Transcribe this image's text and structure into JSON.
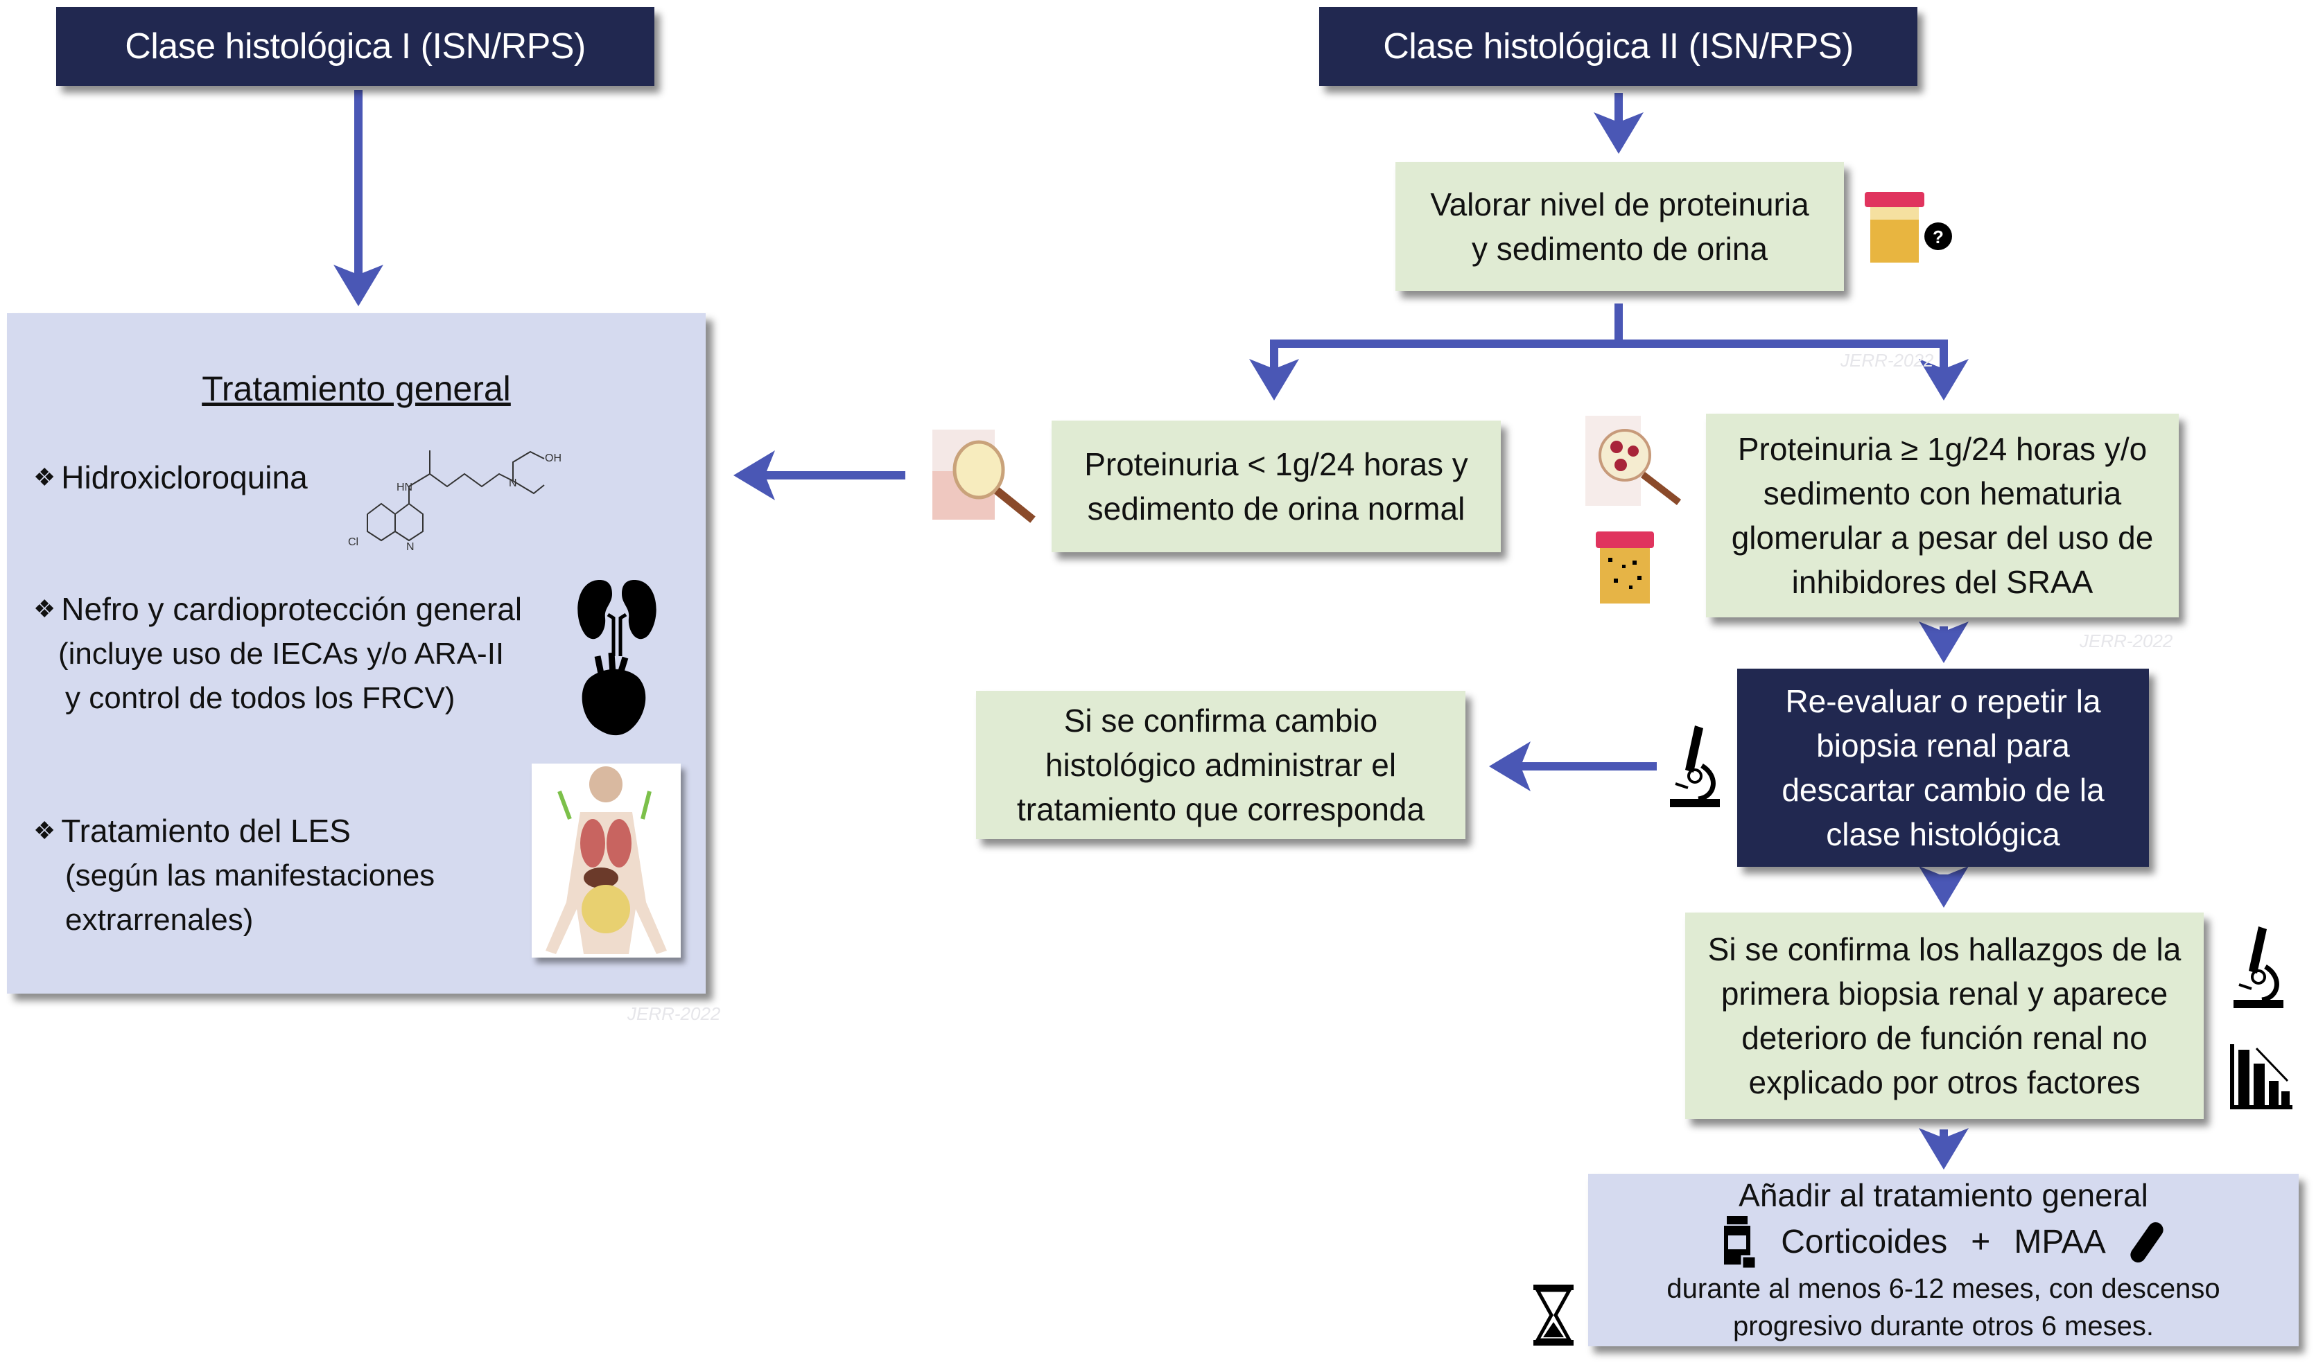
{
  "headers": {
    "class1": "Clase histológica I (ISN/RPS)",
    "class2": "Clase histológica II (ISN/RPS)"
  },
  "general_treatment": {
    "title": "Tratamiento general",
    "bullet_symbol": "❖",
    "items": [
      {
        "label": "Hidroxicloroquina",
        "detail": []
      },
      {
        "label": "Nefro y cardioprotección general",
        "detail": [
          "(incluye uso de IECAs y/o ARA-II",
          "y control de todos los FRCV)"
        ]
      },
      {
        "label": "Tratamiento del LES",
        "detail": [
          "(según las manifestaciones",
          "extrarrenales)"
        ]
      }
    ],
    "molecule_labels": {
      "cl": "Cl",
      "n": "N",
      "hn": "HN",
      "n2": "N",
      "oh": "OH"
    }
  },
  "steps": {
    "assess": [
      "Valorar nivel de proteinuria",
      "y sedimento de orina"
    ],
    "low_proteinuria": [
      "Proteinuria < 1g/24 horas y",
      "sedimento de orina normal"
    ],
    "high_proteinuria": [
      "Proteinuria ≥ 1g/24 horas y/o",
      "sedimento con hematuria",
      "glomerular a pesar del uso de",
      "inhibidores del SRAA"
    ],
    "reevaluate": [
      "Re-evaluar o repetir la",
      "biopsia renal para",
      "descartar cambio de la",
      "clase histológica"
    ],
    "if_change": [
      "Si se confirma cambio",
      "histológico administrar el",
      "tratamiento que corresponda"
    ],
    "if_confirmed": [
      "Si se confirma los hallazgos de la",
      "primera biopsia renal y aparece",
      "deterioro de función renal no",
      "explicado por otros factores"
    ],
    "add_treatment": {
      "line1": "Añadir al tratamiento general",
      "drug1": "Corticoides",
      "plus": "+",
      "drug2": "MPAA",
      "line3": "durante al menos 6-12 meses, con descenso",
      "line4": "progresivo durante otros 6 meses."
    }
  },
  "watermark": "JERR-2022",
  "colors": {
    "header_bg": "#212850",
    "green_box": "#e0ebd3",
    "lavender_box": "#d5daef",
    "arrow": "#4a57b5"
  }
}
